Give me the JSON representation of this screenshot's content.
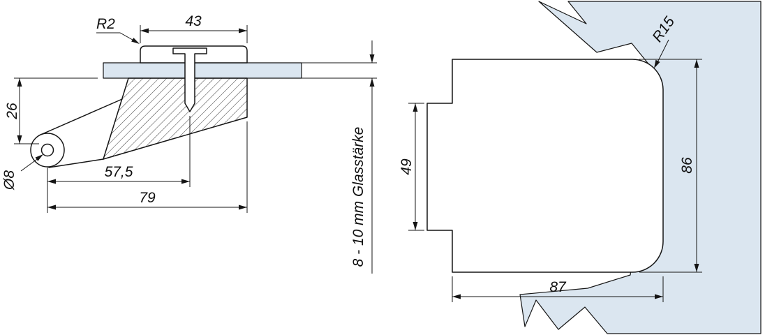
{
  "colors": {
    "glass_fill": "#dbe6f0",
    "line": "#151515"
  },
  "side_view": {
    "labels": {
      "cap_radius": "R2",
      "cap_width": "43",
      "pivot_height": "26",
      "hole_diameter": "Ø8",
      "screw_axis_offset": "57,5",
      "body_length": "79",
      "glass_thickness_note": "8 - 10 mm Glasstärke"
    }
  },
  "front_view": {
    "labels": {
      "corner_radius": "R15",
      "tab_height": "49",
      "body_height": "86",
      "body_width": "87"
    }
  }
}
